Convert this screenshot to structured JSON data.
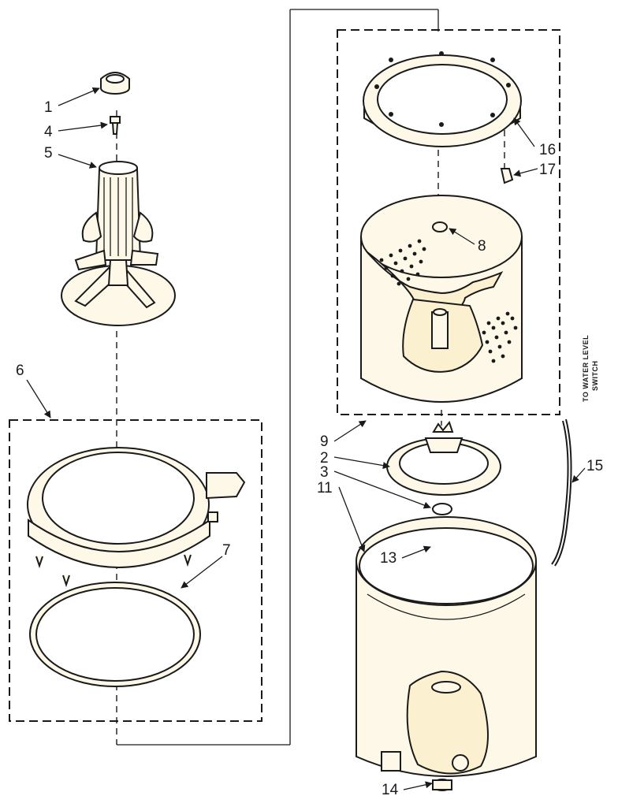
{
  "diagram": {
    "callouts": {
      "c1": "1",
      "c4": "4",
      "c5": "5",
      "c6": "6",
      "c7": "7",
      "c8": "8",
      "c9": "9",
      "c2": "2",
      "c3": "3",
      "c11": "11",
      "c13": "13",
      "c14": "14",
      "c15": "15",
      "c16": "16",
      "c17": "17"
    },
    "side_note": {
      "line1": "TO WATER LEVEL",
      "line2": "SWITCH"
    },
    "colors": {
      "ink": "#1a1a1a",
      "paper": "#ffffff",
      "part_fill": "#fdf8e8"
    }
  }
}
